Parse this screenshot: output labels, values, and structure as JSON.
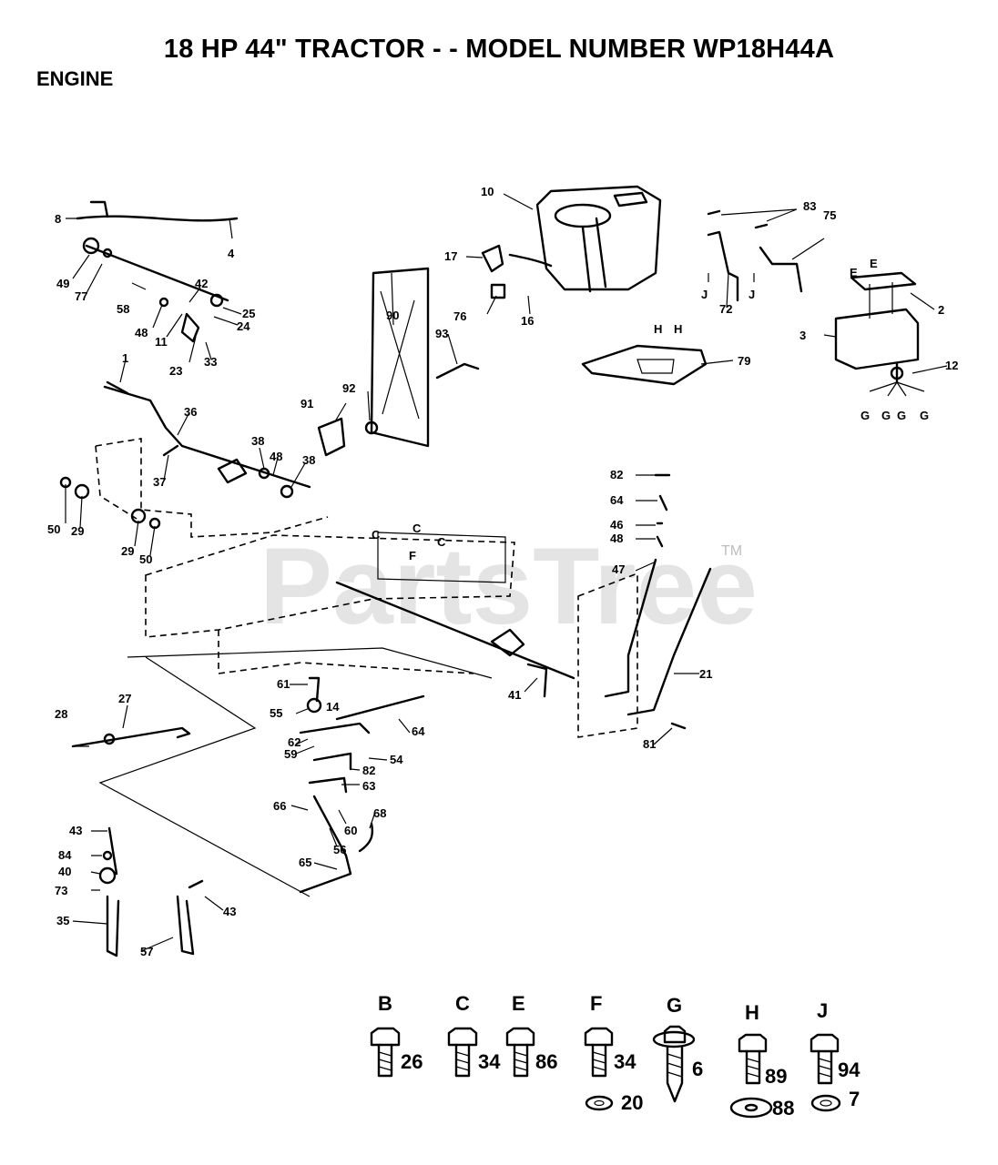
{
  "title": "18 HP 44\" TRACTOR - - MODEL NUMBER WP18H44A",
  "section": "ENGINE",
  "watermark": "PartsTree",
  "watermark_tm": "TM",
  "callouts": {
    "n1": "1",
    "n2": "2",
    "n3": "3",
    "n4": "4",
    "n8": "8",
    "n10": "10",
    "n11": "11",
    "n12": "12",
    "n14": "14",
    "n16": "16",
    "n17": "17",
    "n21": "21",
    "n23": "23",
    "n24": "24",
    "n25": "25",
    "n27": "27",
    "n28": "28",
    "n29a": "29",
    "n29b": "29",
    "n33": "33",
    "n35": "35",
    "n36": "36",
    "n37": "37",
    "n38a": "38",
    "n38b": "38",
    "n40": "40",
    "n41": "41",
    "n42": "42",
    "n43a": "43",
    "n43b": "43",
    "n46": "46",
    "n47": "47",
    "n48a": "48",
    "n48b": "48",
    "n49": "49",
    "n50a": "50",
    "n50b": "50",
    "n54": "54",
    "n55": "55",
    "n56": "56",
    "n57": "57",
    "n58": "58",
    "n59": "59",
    "n60": "60",
    "n61": "61",
    "n62": "62",
    "n63": "63",
    "n64": "64",
    "n65": "65",
    "n66": "66",
    "n68": "68",
    "n72": "72",
    "n73": "73",
    "n75": "75",
    "n76": "76",
    "n77": "77",
    "n79": "79",
    "n81": "81",
    "n82a": "82",
    "n82b": "82",
    "n83": "83",
    "n84": "84",
    "n90": "90",
    "n91": "91",
    "n92": "92",
    "n93": "93",
    "n94": "94"
  },
  "ref_letters": {
    "c1": "C",
    "c2": "C",
    "c3": "C",
    "e1": "E",
    "e2": "E",
    "f1": "F",
    "g1": "G",
    "g2": "G",
    "g3": "G",
    "g4": "G",
    "h1": "H",
    "h2": "H",
    "j1": "J",
    "j2": "J"
  },
  "hardware_legend": [
    {
      "letter": "B",
      "part": "26"
    },
    {
      "letter": "C",
      "part": "34"
    },
    {
      "letter": "E",
      "part": "86"
    },
    {
      "letter": "F",
      "part": "34",
      "washer": "20"
    },
    {
      "letter": "G",
      "part": "6"
    },
    {
      "letter": "H",
      "part": "89",
      "washer": "88"
    },
    {
      "letter": "J",
      "part": "94",
      "washer": "7"
    }
  ]
}
